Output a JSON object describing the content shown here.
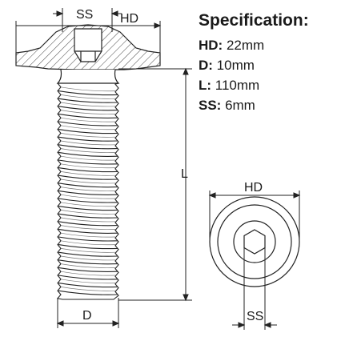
{
  "specification": {
    "title": "Specification:",
    "rows": [
      {
        "key": "HD:",
        "value": " 22mm"
      },
      {
        "key": "D:",
        "value": " 10mm"
      },
      {
        "key": "L:",
        "value": " 110mm"
      },
      {
        "key": "SS:",
        "value": " 6mm"
      }
    ]
  },
  "labels": {
    "side_ss": "SS",
    "side_hd": "HD",
    "length": "L",
    "diameter": "D",
    "top_hd": "HD",
    "top_ss": "SS"
  },
  "colors": {
    "line": "#222222",
    "hatch": "#444444",
    "background": "#ffffff"
  }
}
